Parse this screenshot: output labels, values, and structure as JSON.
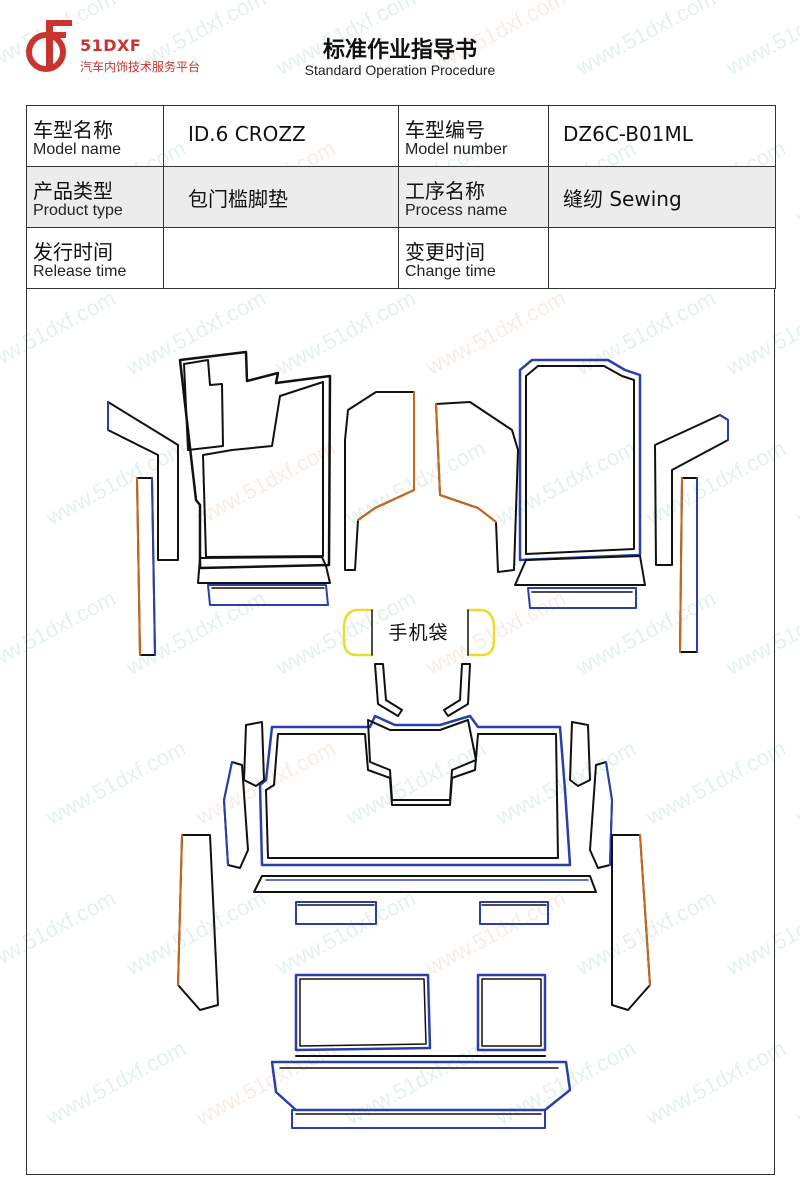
{
  "header": {
    "logo_icon": "51dxf-logo-icon",
    "brand": "51DXF",
    "tagline": "汽车内饰技术服务平台",
    "title": "标准作业指导书",
    "subtitle": "Standard Operation Procedure"
  },
  "info_table": {
    "model_name": {
      "label_cn": "车型名称",
      "label_en": "Model name",
      "value": "ID.6 CROZZ"
    },
    "model_number": {
      "label_cn": "车型编号",
      "label_en": "Model number",
      "value": "DZ6C-B01ML"
    },
    "product_type": {
      "label_cn": "产品类型",
      "label_en": "Product type",
      "value": "包门槛脚垫"
    },
    "process_name": {
      "label_cn": "工序名称",
      "label_en": "Process name",
      "value": "缝纫 Sewing"
    },
    "release_time": {
      "label_cn": "发行时间",
      "label_en": "Release time",
      "value": ""
    },
    "change_time": {
      "label_cn": "变更时间",
      "label_en": "Change time",
      "value": ""
    }
  },
  "drawing": {
    "pocket_label": "手机袋",
    "colors": {
      "outline": "#111111",
      "blue_edge": "#2a3fa8",
      "orange_edge": "#c9661a",
      "yellow_edge": "#e8dd2a",
      "brand_red": "#c9342e"
    }
  },
  "watermark": {
    "text": "www.51dxf.com"
  }
}
